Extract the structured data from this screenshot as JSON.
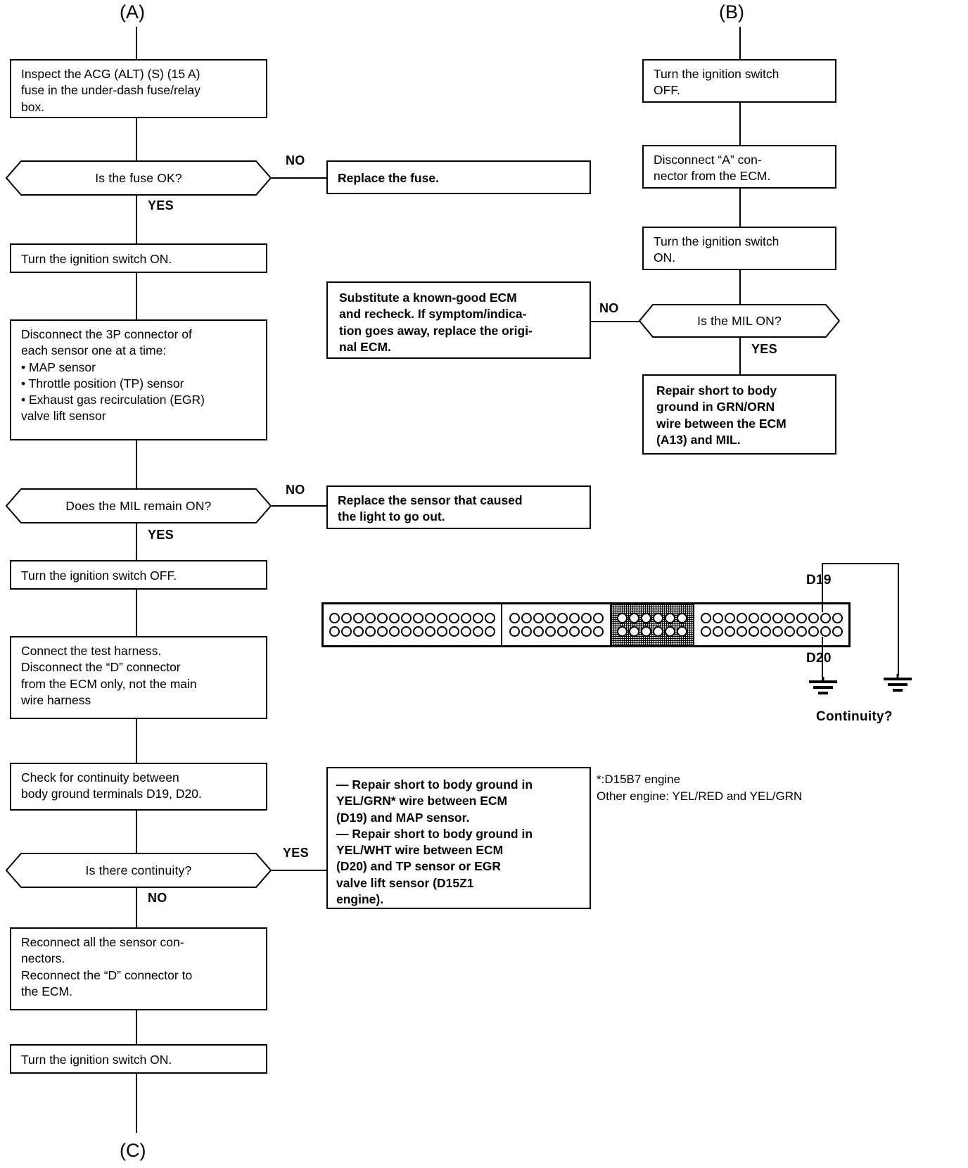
{
  "refs": {
    "a": "(A)",
    "b": "(B)",
    "c": "(C)"
  },
  "left_column": {
    "step_inspect_fuse": "Inspect the ACG (ALT) (S) (15 A)\nfuse in the under-dash fuse/relay\nbox.",
    "decision_fuse_ok": "Is the fuse OK?",
    "branch_fuse_no": "NO",
    "branch_fuse_yes": "YES",
    "result_replace_fuse": "Replace the fuse.",
    "step_ignition_on_1": "Turn the ignition switch ON.",
    "step_disconnect_3p": "Disconnect the 3P connector of\neach sensor one at a time:\n• MAP sensor\n• Throttle position (TP) sensor\n• Exhaust gas recirculation (EGR)\n  valve lift sensor",
    "decision_mil_remain": "Does the MIL remain ON?",
    "branch_mil_no": "NO",
    "branch_mil_yes": "YES",
    "result_replace_sensor": "Replace the sensor that caused\nthe light to go out.",
    "step_ignition_off": "Turn the ignition switch OFF.",
    "step_test_harness": "Connect the test harness.\nDisconnect the “D” connector\nfrom the ECM only, not the main\nwire harness",
    "step_check_continuity": "Check for continuity between\nbody ground terminals D19, D20.",
    "decision_continuity": "Is there continuity?",
    "branch_cont_yes": "YES",
    "branch_cont_no": "NO",
    "result_repair_shorts": "—  Repair short to body ground in\n     YEL/GRN* wire between ECM\n     (D19) and MAP sensor.\n—  Repair short to body ground in\n     YEL/WHT wire between ECM\n     (D20) and TP sensor or EGR\n     valve lift sensor (D15Z1\n     engine).",
    "step_reconnect": "Reconnect all the sensor con-\nnectors.\nReconnect the “D” connector to\nthe ECM.",
    "step_ignition_on_2": "Turn the ignition switch ON."
  },
  "middle_column": {
    "result_substitute_ecm": "Substitute a known-good ECM\nand recheck. If symptom/indica-\ntion goes away, replace the origi-\nnal ECM."
  },
  "right_column": {
    "step_ignition_off": "Turn the ignition switch\nOFF.",
    "step_disconnect_a": "Disconnect “A” con-\nnector from the ECM.",
    "step_ignition_on": "Turn the ignition switch\nON.",
    "decision_mil_on": "Is the MIL ON?",
    "branch_mil_no": "NO",
    "branch_mil_yes": "YES",
    "result_repair_grn_orn": "Repair short to body\nground in GRN/ORN\nwire between the ECM\n(A13) and MIL."
  },
  "connector_diagram": {
    "terminal_d19": "D19",
    "terminal_d20": "D20",
    "measurement_label": "Continuity?",
    "segments": [
      {
        "name": "segment-1",
        "pins_per_row": 14,
        "rows": 2,
        "shaded": false
      },
      {
        "name": "segment-2",
        "pins_per_row": 8,
        "rows": 2,
        "shaded": false
      },
      {
        "name": "segment-3",
        "pins_per_row": 6,
        "rows": 2,
        "shaded": true
      },
      {
        "name": "segment-4",
        "pins_per_row": 12,
        "rows": 2,
        "shaded": false
      }
    ]
  },
  "footnote": "*:D15B7 engine\n   Other engine: YEL/RED and YEL/GRN",
  "colors": {
    "ink": "#000000",
    "paper": "#ffffff",
    "shade": "#cfcfcf"
  }
}
